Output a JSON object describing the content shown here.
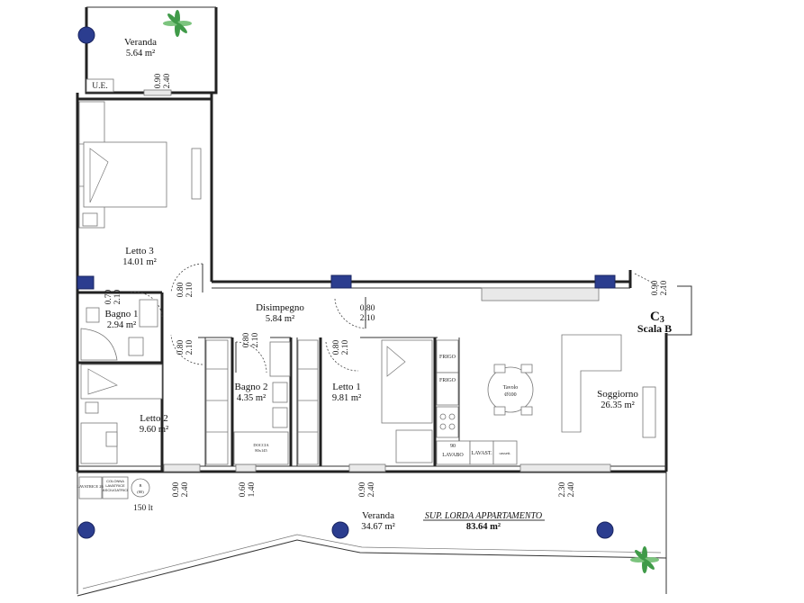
{
  "rooms": {
    "veranda_top": {
      "name": "Veranda",
      "area": "5.64 m²"
    },
    "letto3": {
      "name": "Letto 3",
      "area": "14.01 m²"
    },
    "bagno1": {
      "name": "Bagno 1",
      "area": "2.94 m²"
    },
    "letto2": {
      "name": "Letto 2",
      "area": "9.60 m²"
    },
    "disimpegno": {
      "name": "Disimpegno",
      "area": "5.84 m²"
    },
    "bagno2": {
      "name": "Bagno 2",
      "area": "4.35 m²"
    },
    "letto1": {
      "name": "Letto 1",
      "area": "9.81 m²"
    },
    "soggiorno": {
      "name": "Soggiorno",
      "area": "26.35 m²"
    },
    "veranda_bottom": {
      "name": "Veranda",
      "area": "34.67 m²"
    }
  },
  "labels": {
    "ue": "U.E.",
    "unit_main": "C",
    "unit_sub": "3",
    "scala": "Scala B",
    "sup_lorda": "SUP. LORDA APPARTAMENTO",
    "sup_value": "83.64 m²",
    "boiler": "150 lt",
    "tavolo": "Tavolo",
    "tavolo_size": "Ø100",
    "frigo": "FRIGO",
    "lavabo_num": "90",
    "lavabo": "LAVABO",
    "lavast": "LAVAST.",
    "cassetti": "cassett.",
    "doccia": "DOCCIA",
    "doccia_size": "80x145",
    "lavatrice": "LAVATRICE 26",
    "colonna": "COLONNA LAVATRICE ASCIUGATRICE",
    "boiler_b": "B",
    "boiler_size": "(80)"
  },
  "dims": {
    "d_top_veranda": [
      "0.90",
      "2.40"
    ],
    "d_bagno1": [
      "0.70",
      "2.10"
    ],
    "d_letto3": [
      "0.80",
      "2.10"
    ],
    "d_letto2": [
      "0.80",
      "2.10"
    ],
    "d_bagno2": [
      "0.80",
      "2.10"
    ],
    "d_letto1": [
      "0.80",
      "2.10"
    ],
    "d_disimpegno": [
      "0.80",
      "2.10"
    ],
    "d_ingresso": [
      "0.90",
      "2.10"
    ],
    "d_win_letto2": [
      "0.90",
      "2.40"
    ],
    "d_win_bagno2": [
      "0.60",
      "1.40"
    ],
    "d_win_letto1": [
      "0.90",
      "2.40"
    ],
    "d_win_soggiorno": [
      "2.30",
      "2.40"
    ]
  },
  "colors": {
    "pillar": "#2b3d8f",
    "plant": "#3f9a48"
  }
}
